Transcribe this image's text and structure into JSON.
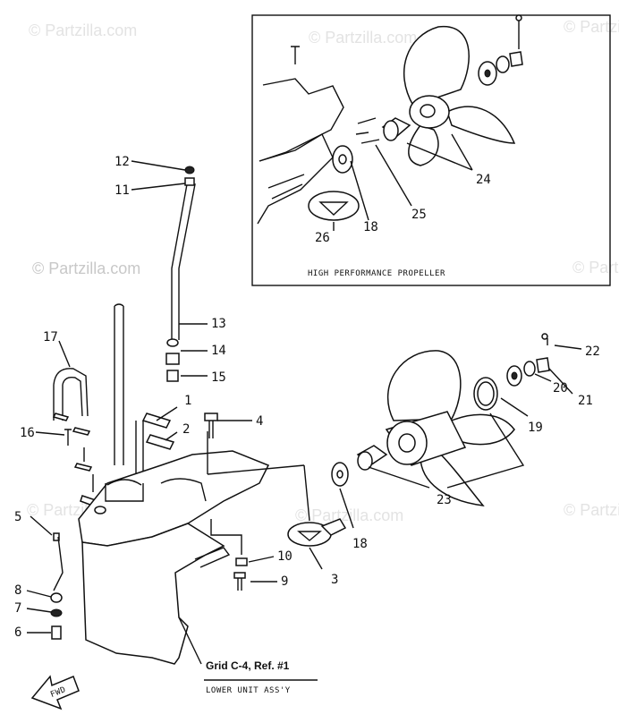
{
  "watermark": "© Partzilla.com",
  "inset": {
    "caption": "HIGH PERFORMANCE PROPELLER",
    "callouts": [
      "24",
      "25",
      "18",
      "26"
    ]
  },
  "callouts": [
    "12",
    "11",
    "13",
    "14",
    "15",
    "17",
    "16",
    "1",
    "2",
    "4",
    "5",
    "22",
    "21",
    "20",
    "19",
    "23",
    "18",
    "10",
    "9",
    "3",
    "8",
    "7",
    "6"
  ],
  "reference": {
    "grid": "Grid C-4, Ref. #1",
    "title": "LOWER UNIT ASS'Y"
  },
  "fwd_label": "FWD"
}
